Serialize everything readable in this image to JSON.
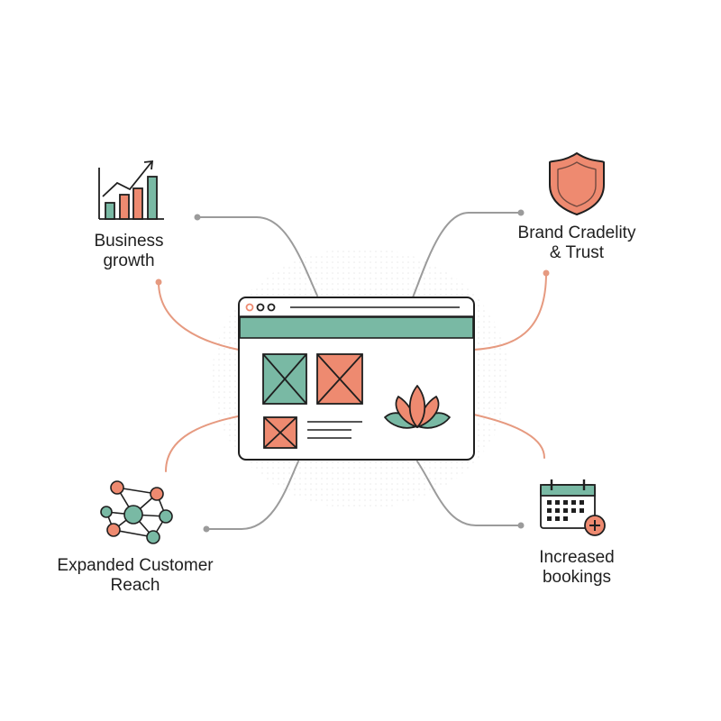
{
  "colors": {
    "teal": "#79B9A4",
    "coral": "#EE8A70",
    "ink": "#1f1f1f",
    "grey_connector": "#9b9b9b",
    "coral_connector": "#E69A80",
    "background": "#ffffff"
  },
  "center": {
    "icon": "website-mockup-window",
    "window_dots": 3,
    "content_icon": "lotus-icon"
  },
  "benefits": [
    {
      "id": "growth",
      "icon": "bar-chart-growth-icon",
      "line1": "Business",
      "line2": "growth"
    },
    {
      "id": "trust",
      "icon": "shield-icon",
      "line1": "Brand Cradelity",
      "line2": "& Trust"
    },
    {
      "id": "reach",
      "icon": "network-icon",
      "line1": "Expanded Customer",
      "line2": "Reach"
    },
    {
      "id": "booking",
      "icon": "calendar-plus-icon",
      "line1": "Increased",
      "line2": "bookings"
    }
  ]
}
